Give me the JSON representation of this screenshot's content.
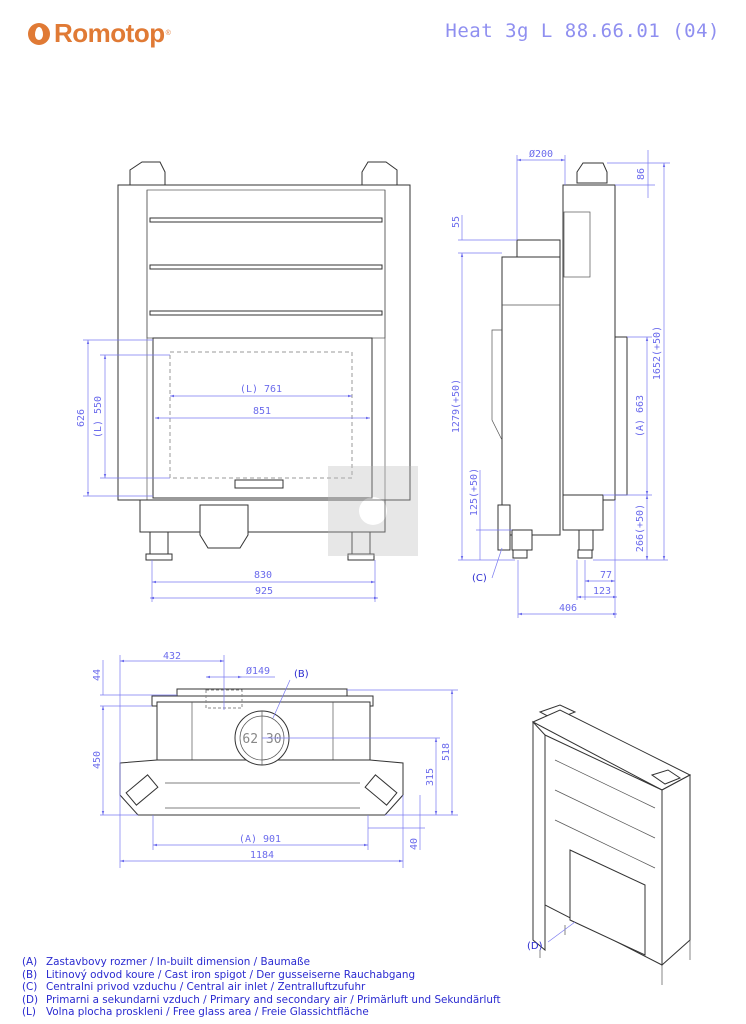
{
  "header": {
    "brand": "Romotop",
    "registered": "®",
    "model_title": "Heat 3g L 88.66.01 (04)"
  },
  "front_view": {
    "dims": {
      "d626": "626",
      "l550": "(L) 550",
      "l761": "(L) 761",
      "d851": "851",
      "d830": "830",
      "d925": "925"
    }
  },
  "side_view": {
    "dims": {
      "d200": "Ø200",
      "d86": "86",
      "d55": "55",
      "d1279": "1279(+50)",
      "d125": "125(+50)",
      "a663": "(A) 663",
      "d266": "266(+50)",
      "d1652": "1652(+50)",
      "d77": "77",
      "d123": "123",
      "d406": "406"
    },
    "callout": "(C)"
  },
  "top_view": {
    "dims": {
      "d432": "432",
      "d149": "Ø149",
      "d44": "44",
      "d450": "450",
      "d518": "518",
      "d315": "315",
      "d40": "40",
      "a901": "(A) 901",
      "d1184": "1184",
      "d6230": "62 30"
    },
    "callout": "(B)"
  },
  "iso_view": {
    "callout": "(D)"
  },
  "legend": [
    {
      "key": "(A)",
      "text": "Zastavbovy rozmer / In-built dimension / Baumaße"
    },
    {
      "key": "(B)",
      "text": "Litinový odvod koure / Cast iron spigot / Der gusseiserne Rauchabgang"
    },
    {
      "key": "(C)",
      "text": "Centralni privod vzduchu / Central air inlet / Zentralluftzufuhr"
    },
    {
      "key": "(D)",
      "text": "Primarni a sekundarni vzduch / Primary and secondary air / Primärluft und Sekundärluft"
    },
    {
      "key": "(L)",
      "text": "Volna plocha proskleni / Free glass area / Freie Glassichtfläche"
    }
  ],
  "colors": {
    "brand": "#e07a35",
    "dimension": "#6b6bec",
    "legend": "#2a2ad0"
  }
}
